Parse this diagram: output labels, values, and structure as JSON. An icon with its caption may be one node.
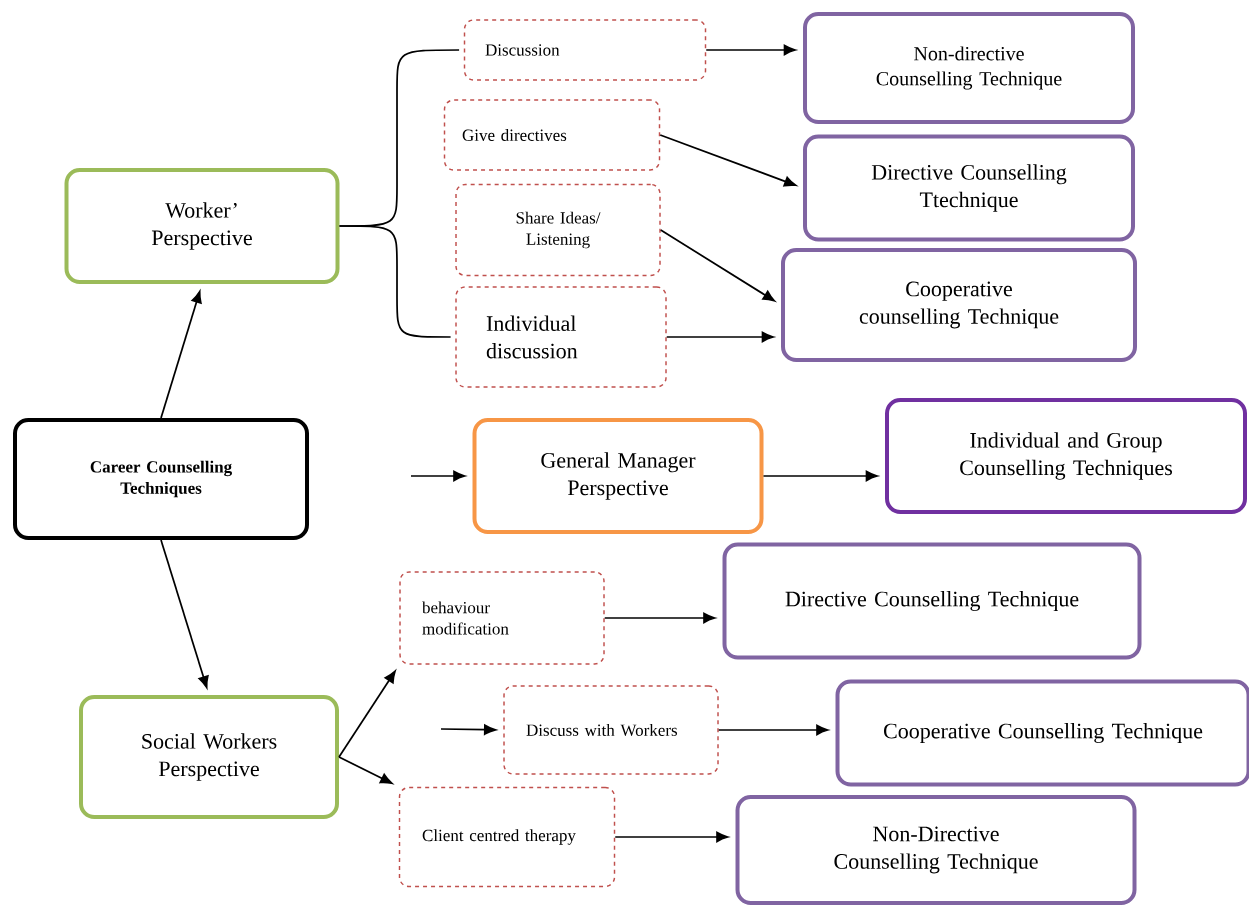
{
  "diagram": {
    "nodes": [
      {
        "text": [
          "Career Counselling Techniques"
        ]
      },
      {
        "text": [
          "Worker’ Perspective"
        ]
      },
      {
        "text": [
          "Discussion"
        ]
      },
      {
        "text": [
          "Give directives"
        ]
      },
      {
        "text": [
          "Share Ideas/ Listening"
        ]
      },
      {
        "text": [
          "Individual discussion"
        ]
      },
      {
        "text": [
          "Non-directive Counselling Technique"
        ]
      },
      {
        "text": [
          "Directive Counselling Ttechnique"
        ]
      },
      {
        "text": [
          "Cooperative counselling Technique"
        ]
      },
      {
        "text": [
          "General Manager Perspective"
        ]
      },
      {
        "text": [
          "Individual and Group Counselling Techniques"
        ]
      },
      {
        "text": [
          "Social Workers Perspective"
        ]
      },
      {
        "text": [
          "behaviour modification"
        ]
      },
      {
        "text": [
          "Discuss with Workers"
        ]
      },
      {
        "text": [
          "Client centred therapy"
        ]
      },
      {
        "text": [
          "Directive Counselling Technique"
        ]
      },
      {
        "text": [
          "Cooperative Counselling Technique"
        ]
      },
      {
        "text": [
          "Non-Directive Counselling Technique"
        ]
      }
    ],
    "edges": [
      {
        "from": 0,
        "to": 1,
        "arrow": "to"
      },
      {
        "from": 0,
        "to": 11,
        "arrow": "to"
      },
      {
        "from": null,
        "to": 9,
        "arrow": "to"
      },
      {
        "from": 1,
        "to": 2,
        "arrow": "none"
      },
      {
        "from": 1,
        "to": 5,
        "arrow": "none"
      },
      {
        "from": 2,
        "to": 6,
        "arrow": "to"
      },
      {
        "from": 3,
        "to": 7,
        "arrow": "to"
      },
      {
        "from": 4,
        "to": 8,
        "arrow": "to"
      },
      {
        "from": 5,
        "to": 8,
        "arrow": "to"
      },
      {
        "from": 9,
        "to": 10,
        "arrow": "to"
      },
      {
        "from": 11,
        "to": 12,
        "arrow": "to"
      },
      {
        "from": 11,
        "to": 14,
        "arrow": "to"
      },
      {
        "from": null,
        "to": 13,
        "arrow": "to"
      },
      {
        "from": 12,
        "to": 15,
        "arrow": "to"
      },
      {
        "from": 13,
        "to": 16,
        "arrow": "to"
      },
      {
        "from": 14,
        "to": 17,
        "arrow": "to"
      }
    ]
  }
}
